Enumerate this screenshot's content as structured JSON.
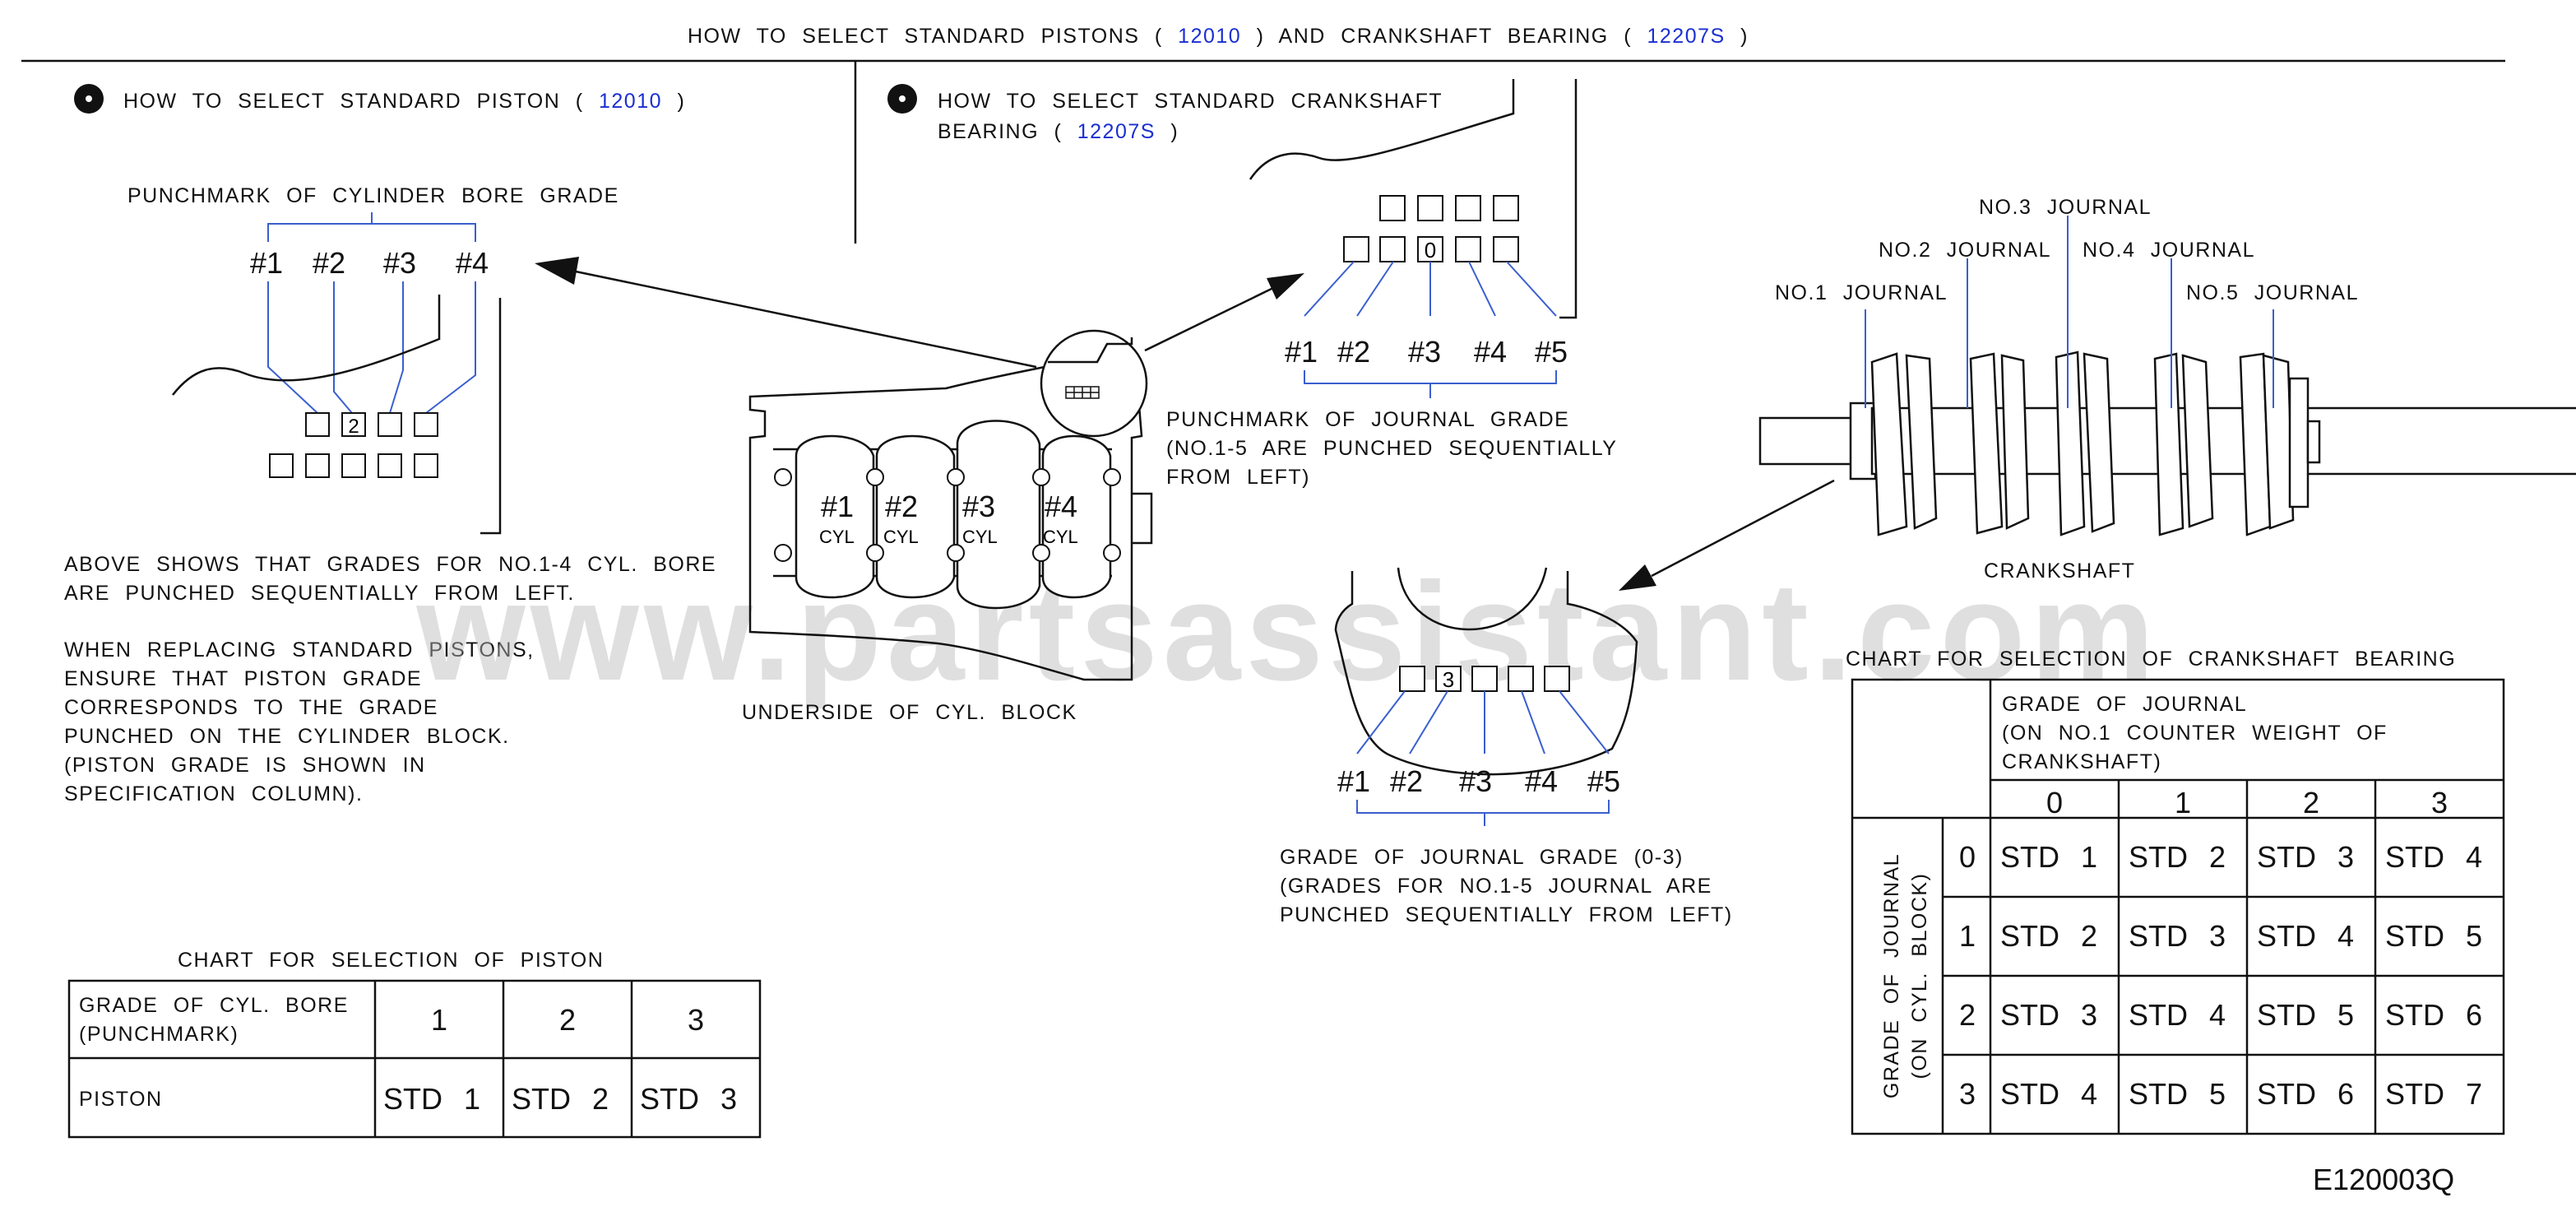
{
  "header": {
    "title_a": "HOW TO SELECT STANDARD PISTONS (",
    "pn_piston": "12010",
    "title_b": ") AND CRANKSHAFT BEARING (",
    "pn_bearing": "12207S",
    "title_c": ")"
  },
  "piston_section": {
    "heading_a": "HOW TO SELECT STANDARD PISTON (",
    "heading_pn": "12010",
    "heading_b": ")",
    "punchmark_label": "PUNCHMARK OF CYLINDER BORE GRADE",
    "cyl_numbers": [
      "#1",
      "#2",
      "#3",
      "#4"
    ],
    "punched_grade": "2",
    "note1": [
      "ABOVE SHOWS THAT GRADES FOR NO.1-4 CYL. BORE",
      "ARE PUNCHED SEQUENTIALLY FROM LEFT."
    ],
    "note2": [
      "WHEN REPLACING STANDARD PISTONS,",
      "ENSURE THAT PISTON GRADE",
      "CORRESPONDS TO THE GRADE",
      "PUNCHED ON THE CYLINDER BLOCK.",
      "(PISTON GRADE IS SHOWN IN",
      "SPECIFICATION COLUMN)."
    ]
  },
  "block": {
    "cyls": [
      "#1",
      "#2",
      "#3",
      "#4"
    ],
    "cyl_sub": "CYL",
    "caption": "UNDERSIDE OF CYL. BLOCK"
  },
  "bearing_section": {
    "heading_a": "HOW TO SELECT STANDARD CRANKSHAFT",
    "heading_b": "BEARING (",
    "heading_pn": "12207S",
    "heading_c": ")",
    "block_punched_grade": "0",
    "journal_numbers": [
      "#1",
      "#2",
      "#3",
      "#4",
      "#5"
    ],
    "journal_note": [
      "PUNCHMARK OF JOURNAL GRADE",
      "(NO.1-5 ARE PUNCHED SEQUENTIALLY",
      "FROM LEFT)"
    ],
    "crank_punched_grade": "3",
    "crank_note": [
      "GRADE OF JOURNAL GRADE (0-3)",
      "(GRADES FOR NO.1-5 JOURNAL ARE",
      "PUNCHED SEQUENTIALLY FROM LEFT)"
    ]
  },
  "crankshaft": {
    "journals": [
      "NO.1 JOURNAL",
      "NO.2 JOURNAL",
      "NO.3 JOURNAL",
      "NO.4 JOURNAL",
      "NO.5 JOURNAL"
    ],
    "caption": "CRANKSHAFT"
  },
  "piston_chart": {
    "title": "CHART FOR SELECTION OF PISTON",
    "row1_label": [
      "GRADE OF CYL. BORE",
      "(PUNCHMARK)"
    ],
    "grades": [
      "1",
      "2",
      "3"
    ],
    "row2_label": "PISTON",
    "values": [
      "STD 1",
      "STD 2",
      "STD 3"
    ]
  },
  "bearing_chart": {
    "title": "CHART FOR SELECTION OF CRANKSHAFT BEARING",
    "col_header": [
      "GRADE OF JOURNAL",
      "(ON NO.1 COUNTER WEIGHT OF",
      "CRANKSHAFT)"
    ],
    "row_header": [
      "GRADE OF JOURNAL",
      "(ON CYL. BLOCK)"
    ],
    "col_grades": [
      "0",
      "1",
      "2",
      "3"
    ],
    "row_grades": [
      "0",
      "1",
      "2",
      "3"
    ],
    "cells": [
      [
        "STD 1",
        "STD 2",
        "STD 3",
        "STD 4"
      ],
      [
        "STD 2",
        "STD 3",
        "STD 4",
        "STD 5"
      ],
      [
        "STD 3",
        "STD 4",
        "STD 5",
        "STD 6"
      ],
      [
        "STD 4",
        "STD 5",
        "STD 6",
        "STD 7"
      ]
    ]
  },
  "watermark": "www.partsassistant.com",
  "figure_id": "E120003Q",
  "colors": {
    "part_number": "#1a2fd0",
    "leader_lines": "#3a5fcf"
  }
}
